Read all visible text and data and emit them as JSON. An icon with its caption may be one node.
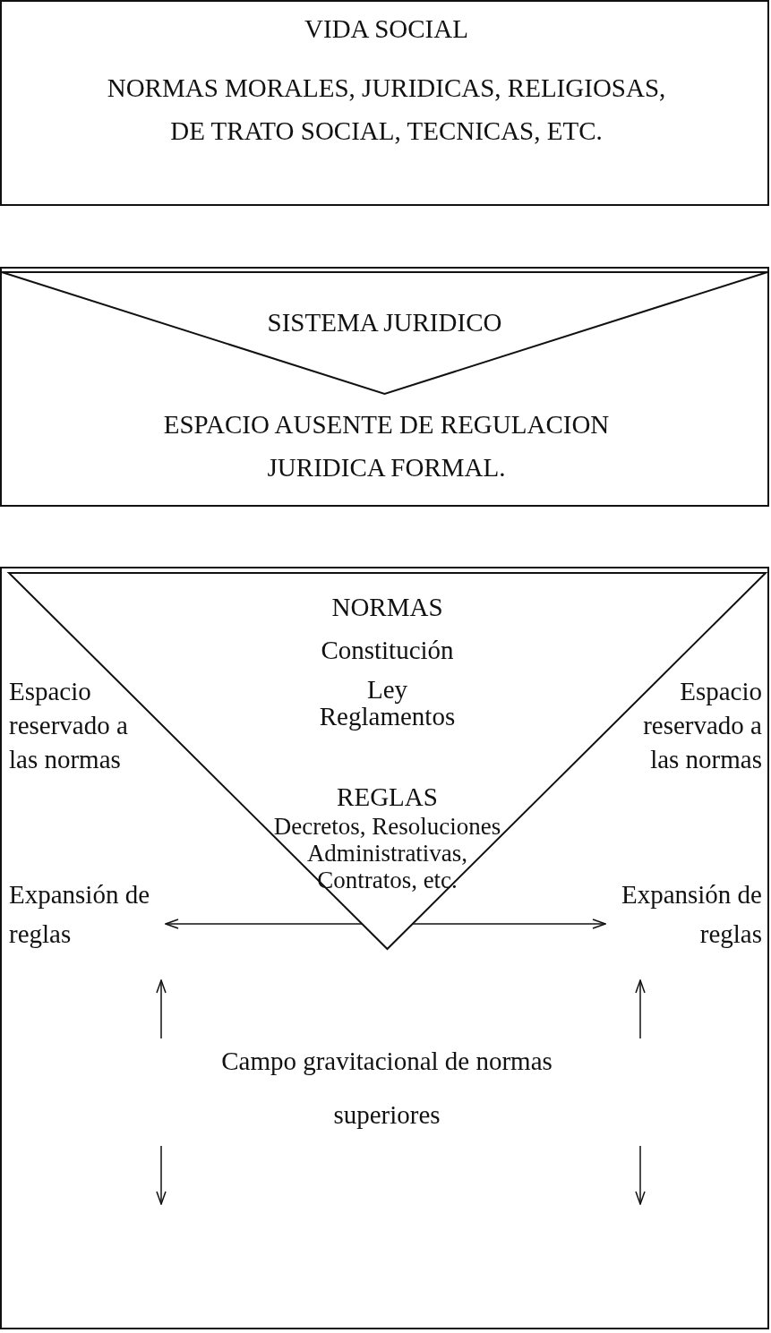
{
  "diagram": {
    "nodes": [
      {
        "text": [
          "VIDA SOCIAL",
          "NORMAS MORALES, JURIDICAS, RELIGIOSAS, DE TRATO SOCIAL, TECNICAS, ETC."
        ]
      },
      {
        "text": [
          "ESPACIO AUSENTE DE REGULACION JURIDICA FORMAL."
        ]
      },
      {
        "text": [
          "SISTEMA JURIDICO"
        ],
        "in": 1
      },
      {
        "text": [],
        "shape": "box"
      },
      {
        "text": [
          "NORMAS",
          "Constitución",
          "Ley",
          "Reglamentos",
          "REGLAS",
          "Decretos, Resoluciones Administrativas, Contratos, etc."
        ],
        "in": 3
      },
      {
        "text": [
          "Espacio reservado a las normas"
        ],
        "in": 3
      },
      {
        "text": [
          "Espacio reservado a las normas"
        ],
        "in": 3
      },
      {
        "text": [
          "Expansión de reglas"
        ],
        "in": 3
      },
      {
        "text": [
          "Expansión de reglas"
        ],
        "in": 3
      },
      {
        "text": [
          "Campo gravitacional de normas superiores"
        ],
        "in": 3
      }
    ],
    "edges": [
      {
        "from": 4,
        "to": 7,
        "arrow": "to"
      },
      {
        "from": 4,
        "to": 8,
        "arrow": "to"
      }
    ]
  }
}
